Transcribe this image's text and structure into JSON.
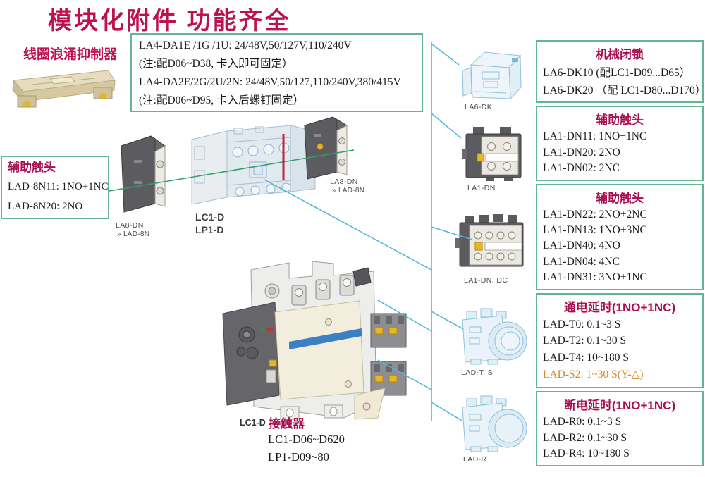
{
  "title": "模块化附件 功能齐全",
  "colors": {
    "accent_crimson": "#BE1150",
    "header_crimson": "#A80F4F",
    "box_border_green": "#63B593",
    "connector_cyan": "#4FB6D6",
    "connector_green": "#2FA065",
    "highlight_orange": "#D18A2E"
  },
  "surge": {
    "label": "线圈浪涌抑制器"
  },
  "la4_box": {
    "lines": [
      "LA4-DA1E /1G /1U: 24/48V,50/127V,110/240V",
      "(注:配D06~D38, 卡入即可固定）",
      "LA4-DA2E/2G/2U/2N: 24/48V,50/127,110/240V,380/415V",
      "(注:配D06~D95, 卡入后螺钉固定）"
    ]
  },
  "left_aux_box": {
    "header": "辅助触头",
    "lines": [
      "LAD-8N11: 1NO+1NC",
      "LAD-8N20: 2NO"
    ]
  },
  "wireframe_contactor": {
    "label1": "LC1-D",
    "label2": "LP1-D"
  },
  "la8dn": {
    "code": "LA8-DN",
    "alias": "» LAD-8N"
  },
  "main_contactor": {
    "code": "LC1-D",
    "name": "接触器",
    "series1": "LC1-D06~D620",
    "series2": "LP1-D09~80"
  },
  "products": [
    {
      "caption": "LA6-DK"
    },
    {
      "caption": "LA1-DN"
    },
    {
      "caption": "LA1-DN, DC"
    },
    {
      "caption": "LAD-T, S"
    },
    {
      "caption": "LAD-R"
    }
  ],
  "right_boxes": [
    {
      "header": "机械闭锁",
      "lines": [
        "LA6-DK10 (配LC1-D09...D65）",
        "LA6-DK20 （配 LC1-D80...D170）"
      ]
    },
    {
      "header": "辅助触头",
      "lines": [
        "LA1-DN11: 1NO+1NC",
        "LA1-DN20: 2NO",
        "LA1-DN02: 2NC"
      ]
    },
    {
      "header": "辅助触头",
      "lines": [
        "LA1-DN22: 2NO+2NC",
        "LA1-DN13: 1NO+3NC",
        "LA1-DN40: 4NO",
        "LA1-DN04: 4NC",
        "LA1-DN31: 3NO+1NC"
      ]
    },
    {
      "header": "通电延时(1NO+1NC)",
      "lines": [
        "LAD-T0: 0.1~3 S",
        "LAD-T2: 0.1~30 S",
        "LAD-T4: 10~180 S",
        "LAD-S2: 1~30 S(Y-△)"
      ]
    },
    {
      "header": "断电延时(1NO+1NC)",
      "lines": [
        "LAD-R0: 0.1~3 S",
        "LAD-R2: 0.1~30 S",
        "LAD-R4: 10~180 S"
      ]
    }
  ]
}
